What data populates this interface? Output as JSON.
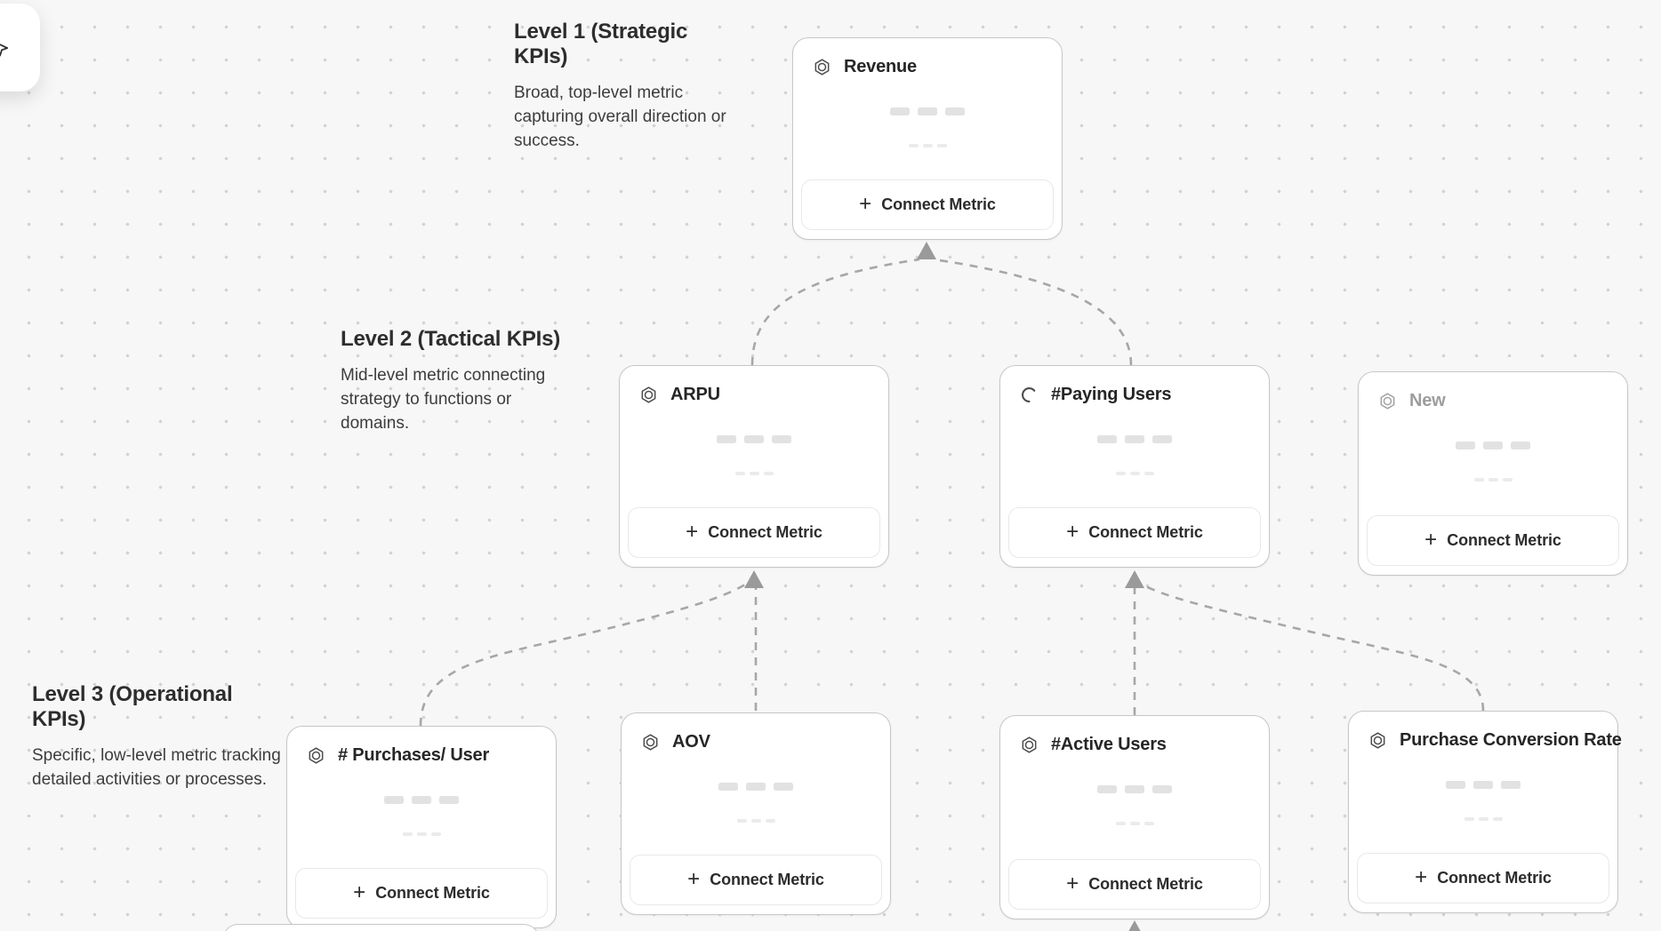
{
  "levels": [
    {
      "title": "Level 1 (Strategic KPIs)",
      "description": "Broad, top-level metric capturing overall direction or success."
    },
    {
      "title": "Level 2 (Tactical KPIs)",
      "description": "Mid-level metric connecting strategy to functions or domains."
    },
    {
      "title": "Level 3 (Operational KPIs)",
      "description": "Specific, low-level metric tracking detailed activities or processes."
    }
  ],
  "cards": [
    {
      "title": "Revenue",
      "icon": "metric-hexagon-icon",
      "level": 1,
      "state": "default"
    },
    {
      "title": "ARPU",
      "icon": "metric-hexagon-icon",
      "level": 2,
      "state": "default"
    },
    {
      "title": "#Paying Users",
      "icon": "spinner-icon",
      "level": 2,
      "state": "loading"
    },
    {
      "title": "New",
      "icon": "metric-hexagon-icon",
      "level": 2,
      "state": "draft"
    },
    {
      "title": "# Purchases/ User",
      "icon": "metric-hexagon-icon",
      "level": 3,
      "state": "default"
    },
    {
      "title": "AOV",
      "icon": "metric-hexagon-icon",
      "level": 3,
      "state": "default"
    },
    {
      "title": "#Active Users",
      "icon": "metric-hexagon-icon",
      "level": 3,
      "state": "default"
    },
    {
      "title": "Purchase Conversion Rate",
      "icon": "metric-hexagon-icon",
      "level": 3,
      "state": "default"
    }
  ],
  "button": {
    "plus_icon": "+",
    "label": "Connect Metric"
  },
  "connections": [
    "ARPU -> Revenue",
    "#Paying Users -> Revenue",
    "# Purchases/ User -> ARPU",
    "AOV -> ARPU",
    "#Active Users -> #Paying Users",
    "Purchase Conversion Rate -> #Paying Users",
    "(offscreen) -> #Active Users"
  ],
  "colors": {
    "canvas_bg": "#f7f7f7",
    "dot_grid": "#d3d3d3",
    "card_border": "#c7c7c7",
    "button_border": "#e8e8e8",
    "edge": "#a7a7a7",
    "arrowhead": "#9a9a9a",
    "title_text": "#262626",
    "draft_text": "#9d9d9d",
    "skeleton": "#e2e2e2"
  }
}
